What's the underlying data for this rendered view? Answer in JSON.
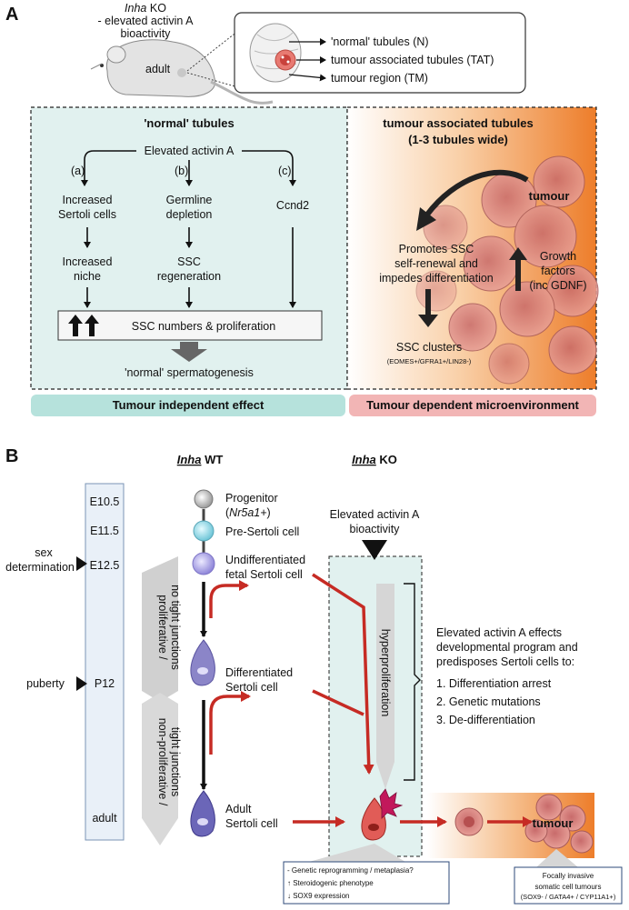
{
  "panel_a": {
    "letter": "A",
    "mouse": {
      "line1_italic": "Inha",
      "line1_rest": " KO",
      "line2": "- elevated activin A",
      "line3": "bioactivity",
      "age": "adult"
    },
    "legend": {
      "items": [
        "'normal' tubules (N)",
        "tumour associated tubules (TAT)",
        "tumour region (TM)"
      ]
    },
    "normal_box": {
      "title": "'normal' tubules",
      "top": "Elevated activin A",
      "branches": [
        {
          "tag": "(a)",
          "step1": [
            "Increased",
            "Sertoli cells"
          ],
          "step2": [
            "Increased",
            "niche"
          ]
        },
        {
          "tag": "(b)",
          "step1": [
            "Germline",
            "depletion"
          ],
          "step2": [
            "SSC",
            "regeneration"
          ]
        },
        {
          "tag": "(c)",
          "step1": [
            "Ccnd2"
          ],
          "step2": []
        }
      ],
      "ssc_box": "SSC numbers & proliferation",
      "outcome": "'normal' spermatogenesis"
    },
    "tumour_box": {
      "title_line1": "tumour associated tubules",
      "title_line2": "(1-3 tubules wide)",
      "tumour_label": "tumour",
      "promotes": [
        "Promotes SSC",
        "self-renewal and",
        "impedes differentiation"
      ],
      "growth": [
        "Growth",
        "factors",
        "(inc GDNF)"
      ],
      "clusters": "SSC clusters",
      "clusters_sub": "(EOMES+/GFRA1+/LIN28-)"
    },
    "bars": {
      "left": "Tumour independent effect",
      "right": "Tumour dependent microenvironment"
    }
  },
  "panel_b": {
    "letter": "B",
    "wt_italic": "Inha",
    "wt_rest": " WT",
    "ko_italic": "Inha",
    "ko_rest": " KO",
    "timeline": [
      "E10.5",
      "E11.5",
      "E12.5",
      "P12",
      "adult"
    ],
    "events": {
      "sex": [
        "sex",
        "determination"
      ],
      "puberty": "puberty"
    },
    "cells": {
      "progenitor": "Progenitor",
      "progenitor_sub_open": "(",
      "progenitor_sub_italic": "Nr5a1+",
      "progenitor_sub_close": ")",
      "pre_sertoli": "Pre-Sertoli cell",
      "undiff": [
        "Undifferentiated",
        "fetal Sertoli cell"
      ],
      "diff": [
        "Differentiated",
        "Sertoli cell"
      ],
      "adult": [
        "Adult",
        "Sertoli cell"
      ]
    },
    "phase_top": [
      "proliferative /",
      "no tight junctions"
    ],
    "phase_bottom": [
      "non-proliferative /",
      "tight junctions"
    ],
    "activin": [
      "Elevated activin A",
      "bioactivity"
    ],
    "hyper": "hyperproliferation",
    "effects": {
      "intro": [
        "Elevated activin A effects",
        "developmental program and",
        "predisposes Sertoli cells to:"
      ],
      "list": [
        "1. Differentiation arrest",
        "2. Genetic mutations",
        "3. De-differentiation"
      ]
    },
    "tumour_label": "tumour",
    "callout_left": [
      "- Genetic reprogramming / metaplasia?",
      "↑ Steroidogenic phenotype",
      "↓ SOX9 expression"
    ],
    "callout_right": [
      "Focally invasive",
      "somatic cell tumours",
      "(SOX9- / GATA4+ / CYP11A1+)"
    ]
  },
  "colors": {
    "teal_bg": "#e1f1ef",
    "teal_bar": "#b6e2dc",
    "pink_bar": "#f2b5b5",
    "orange": "#ed7d2a",
    "red_arrow": "#c62b24",
    "timeline_bg": "#e9f0f8",
    "grey_arrow": "#d9d9d9"
  }
}
